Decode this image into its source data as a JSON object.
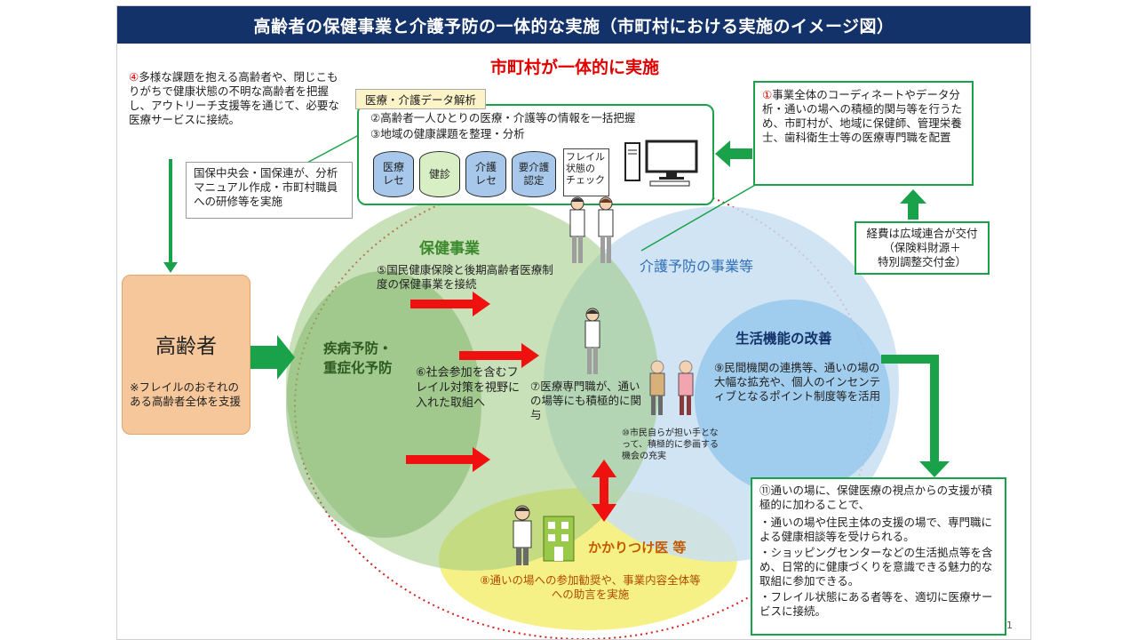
{
  "title": "高齢者の保健事業と介護予防の一体的な実施（市町村における実施のイメージ図）",
  "headline": "市町村が一体的に実施",
  "note4": {
    "num": "④",
    "text": "多様な課題を抱える高齢者や、閉じこもりがちで健康状態の不明な高齢者を把握し、アウトリーチ支援等を通じて、必要な医療サービスに接続。"
  },
  "data_analysis": {
    "tab": "医療・介護データ解析",
    "line2": "②高齢者一人ひとりの医療・介護等の情報を一括把握",
    "line3": "③地域の健康課題を整理・分析",
    "items": [
      "医療\nレセ",
      "健診",
      "介護\nレセ",
      "要介護\n認定",
      "フレイル\n状態の\nチェック"
    ]
  },
  "note1": {
    "num": "①",
    "text": "事業全体のコーディネートやデータ分析・通いの場への積極的関与等を行うため、市町村が、地域に保健師、管理栄養士、歯科衛生士等の医療専門職を配置"
  },
  "kokuho": "国保中央会・国保連が、分析マニュアル作成・市町村職員への研修等を実施",
  "funding": "経費は広域連合が交付\n（保険料財源＋\n特別調整交付金）",
  "elderly": {
    "title": "高齢者",
    "note": "※フレイルのおそれのある高齢者全体を支援"
  },
  "circles": {
    "health": "保健事業",
    "care": "介護予防の事業等",
    "disease": "疾病予防・\n重症化予防",
    "life": "生活機能の改善",
    "doctor": "かかりつけ医 等"
  },
  "note5": "⑤国民健康保険と後期高齢者医療制度の保健事業を接続",
  "note6": "⑥社会参加を含むフレイル対策を視野に入れた取組へ",
  "note7": "⑦医療専門職が、通いの場等にも積極的に関与",
  "note8": "⑧通いの場への参加勧奨や、事業内容全体等への助言を実施",
  "note9": "⑨民間機関の連携等、通いの場の大幅な拡充や、個人のインセンティブとなるポイント制度等を活用",
  "note10": "⑩市民自らが担い手となって、積極的に参画する機会の充実",
  "note11": {
    "head": "⑪通いの場に、保健医療の視点からの支援が積極的に加わることで、",
    "b1": "・通いの場や住民主体の支援の場で、専門職による健康相談等を受けられる。",
    "b2": "・ショッピングセンターなどの生活拠点等を含め、日常的に健康づくりを意識できる魅力的な取組に参加できる。",
    "b3": "・フレイル状態にある者等を、適切に医療サービスに接続。"
  },
  "page_number": "1",
  "colors": {
    "title_bg": "#14326a",
    "green": "#19a24a",
    "red": "#e00000",
    "health_circle": "#9cc97e",
    "care_circle": "#c9dff2",
    "doctor_circle": "#f5f07a",
    "elderly_box": "#f6c79b"
  }
}
